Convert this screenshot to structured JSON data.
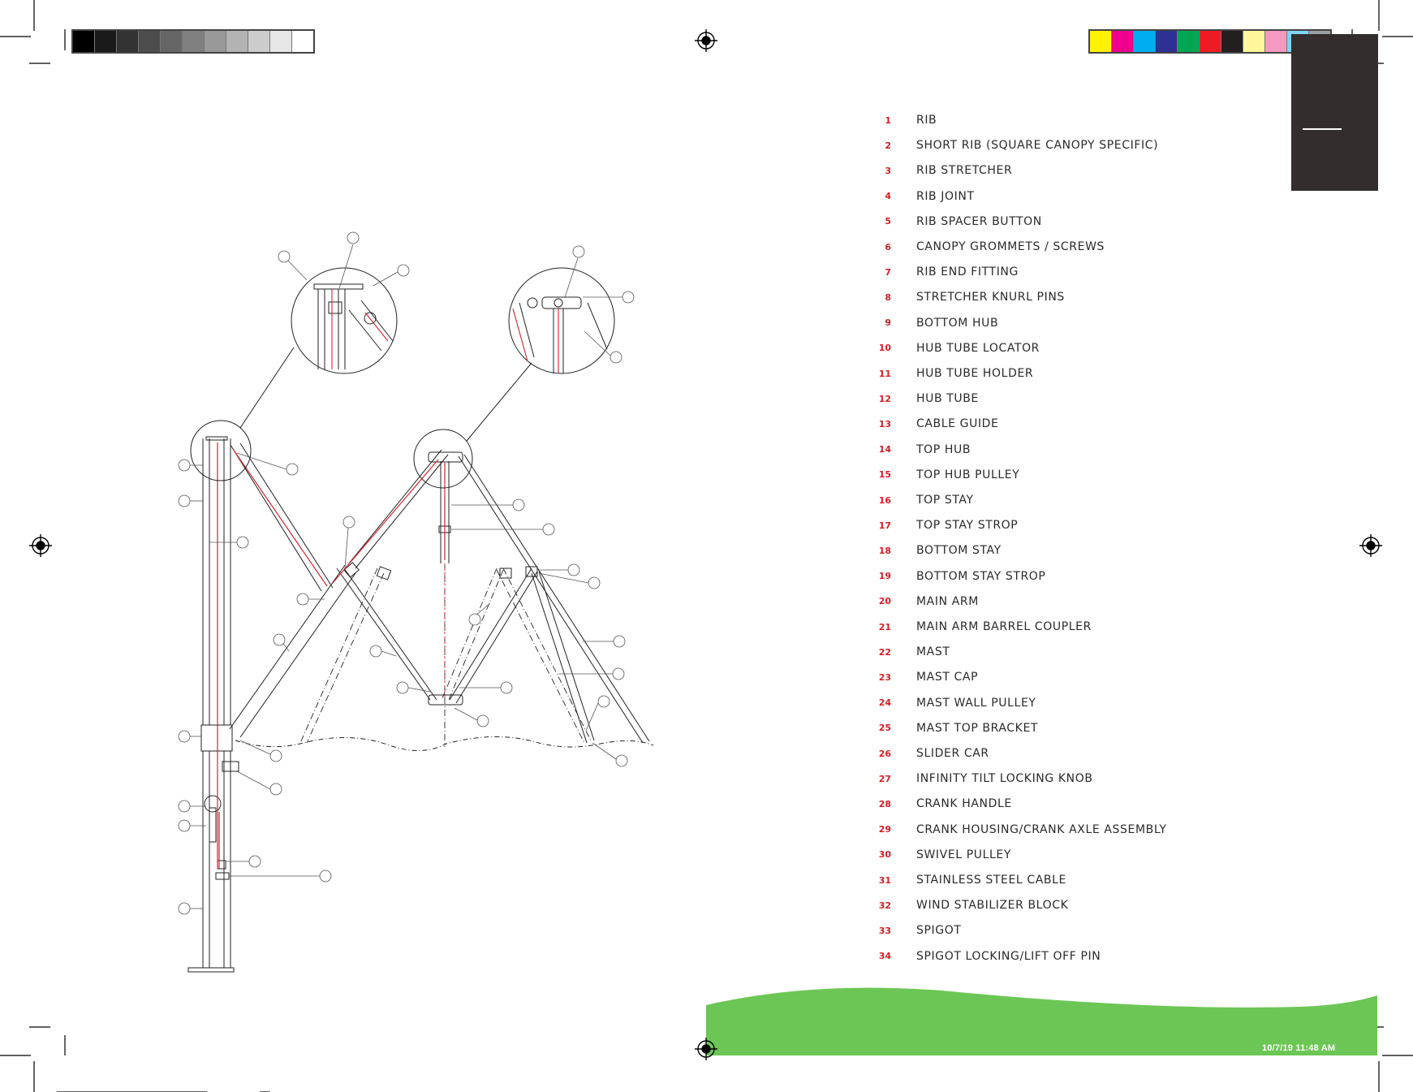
{
  "colors": {
    "grayscale": [
      "#000000",
      "#1a1a1a",
      "#333333",
      "#4d4d4d",
      "#666666",
      "#808080",
      "#999999",
      "#b3b3b3",
      "#cccccc",
      "#e6e6e6",
      "#ffffff"
    ],
    "process": [
      "#fff200",
      "#ec008c",
      "#00aeef",
      "#2e3192",
      "#00a651",
      "#ed1c24",
      "#231f20",
      "#fff799",
      "#f49ac1",
      "#7dd4f5",
      "#9d9fa2"
    ],
    "accent_red": "#cc2127",
    "green_band": "#6cc655",
    "dark_tab": "#332d2d"
  },
  "legend": {
    "items": [
      {
        "number": "1",
        "label": "RIB"
      },
      {
        "number": "2",
        "label": "SHORT RIB (SQUARE CANOPY SPECIFIC)"
      },
      {
        "number": "3",
        "label": "RIB STRETCHER"
      },
      {
        "number": "4",
        "label": "RIB JOINT"
      },
      {
        "number": "5",
        "label": "RIB SPACER BUTTON"
      },
      {
        "number": "6",
        "label": "CANOPY GROMMETS / SCREWS"
      },
      {
        "number": "7",
        "label": "RIB END FITTING"
      },
      {
        "number": "8",
        "label": "STRETCHER KNURL PINS"
      },
      {
        "number": "9",
        "label": "BOTTOM HUB"
      },
      {
        "number": "10",
        "label": "HUB TUBE LOCATOR"
      },
      {
        "number": "11",
        "label": "HUB TUBE HOLDER"
      },
      {
        "number": "12",
        "label": "HUB TUBE"
      },
      {
        "number": "13",
        "label": "CABLE GUIDE"
      },
      {
        "number": "14",
        "label": "TOP HUB"
      },
      {
        "number": "15",
        "label": "TOP HUB PULLEY"
      },
      {
        "number": "16",
        "label": "TOP STAY"
      },
      {
        "number": "17",
        "label": "TOP STAY STROP"
      },
      {
        "number": "18",
        "label": "BOTTOM STAY"
      },
      {
        "number": "19",
        "label": "BOTTOM STAY STROP"
      },
      {
        "number": "20",
        "label": "MAIN ARM"
      },
      {
        "number": "21",
        "label": "MAIN ARM BARREL COUPLER"
      },
      {
        "number": "22",
        "label": "MAST"
      },
      {
        "number": "23",
        "label": "MAST CAP"
      },
      {
        "number": "24",
        "label": "MAST WALL PULLEY"
      },
      {
        "number": "25",
        "label": "MAST TOP BRACKET"
      },
      {
        "number": "26",
        "label": "SLIDER CAR"
      },
      {
        "number": "27",
        "label": "INFINITY TILT LOCKING KNOB"
      },
      {
        "number": "28",
        "label": "CRANK HANDLE"
      },
      {
        "number": "29",
        "label": "CRANK HOUSING/CRANK AXLE ASSEMBLY"
      },
      {
        "number": "30",
        "label": "SWIVEL PULLEY"
      },
      {
        "number": "31",
        "label": "STAINLESS STEEL CABLE"
      },
      {
        "number": "32",
        "label": "WIND STABILIZER BLOCK"
      },
      {
        "number": "33",
        "label": "SPIGOT"
      },
      {
        "number": "34",
        "label": "SPIGOT LOCKING/LIFT OFF PIN"
      }
    ]
  },
  "footer": {
    "timestamp": "10/7/19   11:48 AM"
  }
}
